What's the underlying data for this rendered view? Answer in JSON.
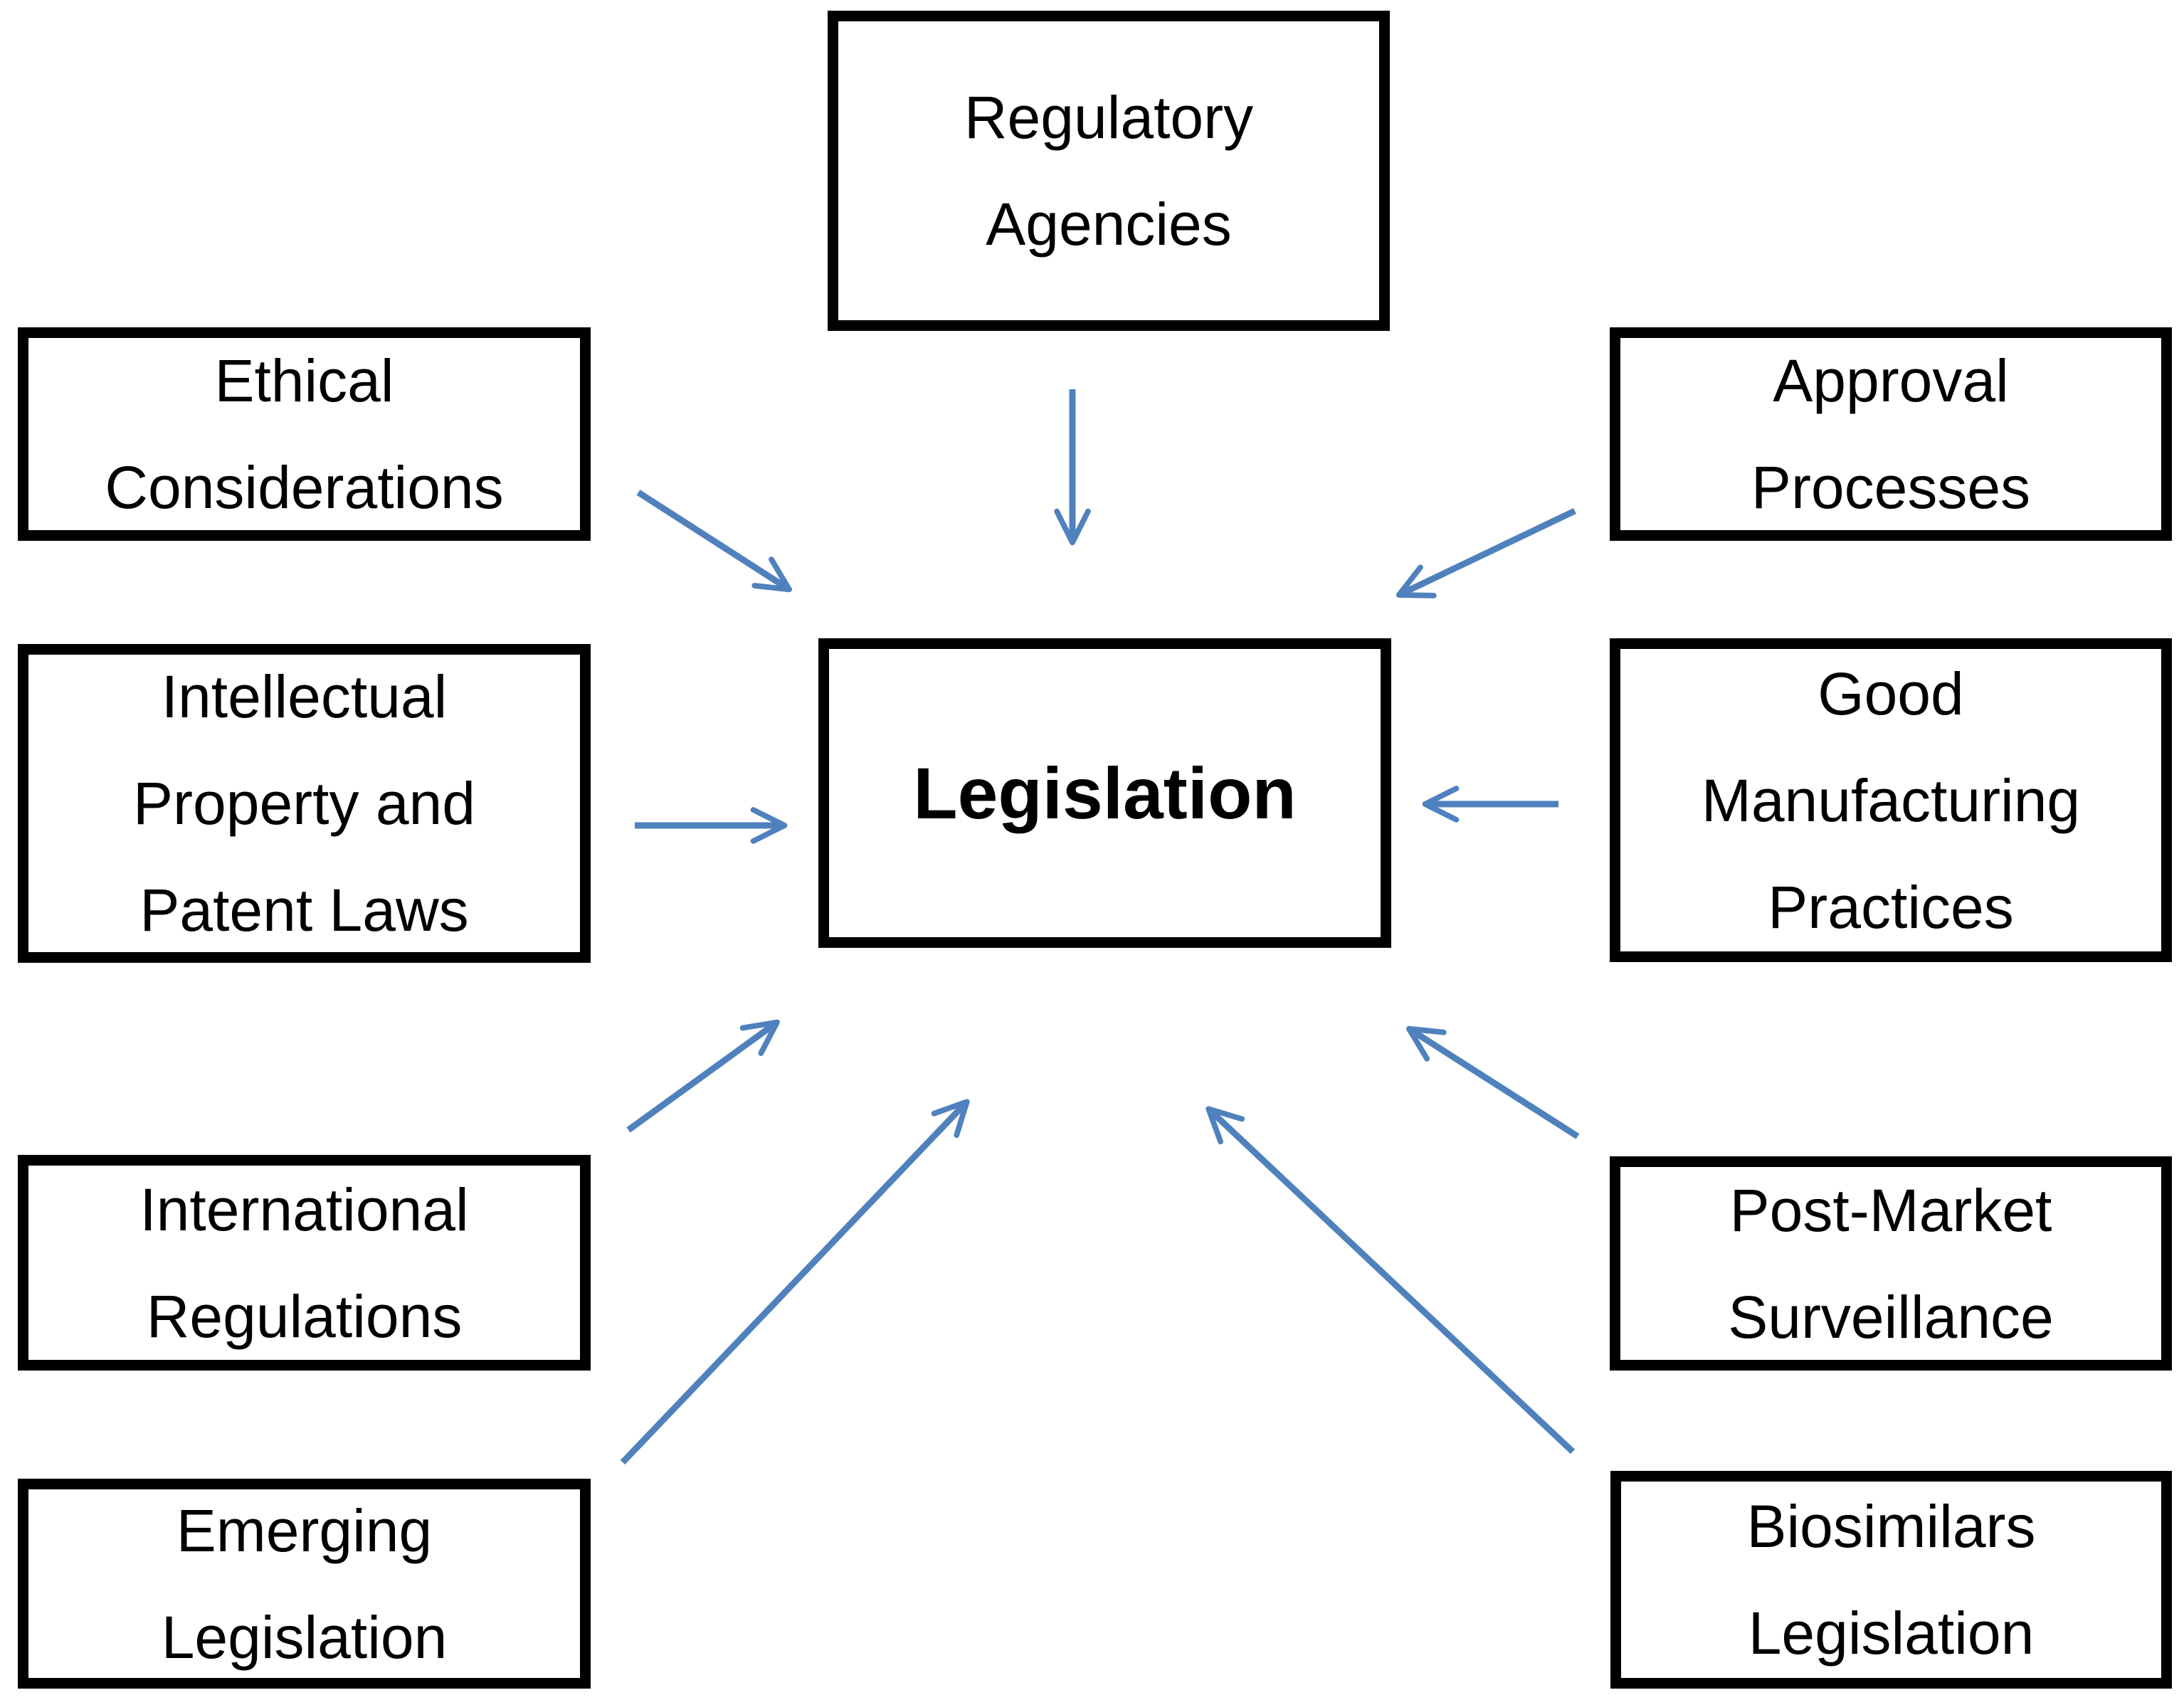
{
  "diagram": {
    "title_hint": "Legislation factors diagram",
    "colors": {
      "arrow": "#4f81bd",
      "box_border": "#000000",
      "box_fill": "#ffffff",
      "text": "#000000",
      "background": "#ffffff"
    },
    "nodes": {
      "legislation": {
        "label": "Legislation"
      },
      "regulatory": {
        "lines": [
          "Regulatory",
          "Agencies"
        ]
      },
      "ethical": {
        "lines": [
          "Ethical",
          "Considerations"
        ]
      },
      "approval": {
        "lines": [
          "Approval",
          "Processes"
        ]
      },
      "ip": {
        "lines": [
          "Intellectual",
          "Property and",
          "Patent Laws"
        ]
      },
      "gmp": {
        "lines": [
          "Good",
          "Manufacturing",
          "Practices"
        ]
      },
      "intl": {
        "lines": [
          "International",
          "Regulations"
        ]
      },
      "postmarket": {
        "lines": [
          "Post-Market",
          "Surveillance"
        ]
      },
      "emerging": {
        "lines": [
          "Emerging",
          "Legislation"
        ]
      },
      "biosimilars": {
        "lines": [
          "Biosimilars",
          "Legislation"
        ]
      }
    },
    "edges": [
      {
        "from": "regulatory",
        "to": "legislation"
      },
      {
        "from": "ethical",
        "to": "legislation"
      },
      {
        "from": "approval",
        "to": "legislation"
      },
      {
        "from": "ip",
        "to": "legislation"
      },
      {
        "from": "gmp",
        "to": "legislation"
      },
      {
        "from": "intl",
        "to": "legislation"
      },
      {
        "from": "postmarket",
        "to": "legislation"
      },
      {
        "from": "emerging",
        "to": "legislation"
      },
      {
        "from": "biosimilars",
        "to": "legislation"
      }
    ]
  }
}
